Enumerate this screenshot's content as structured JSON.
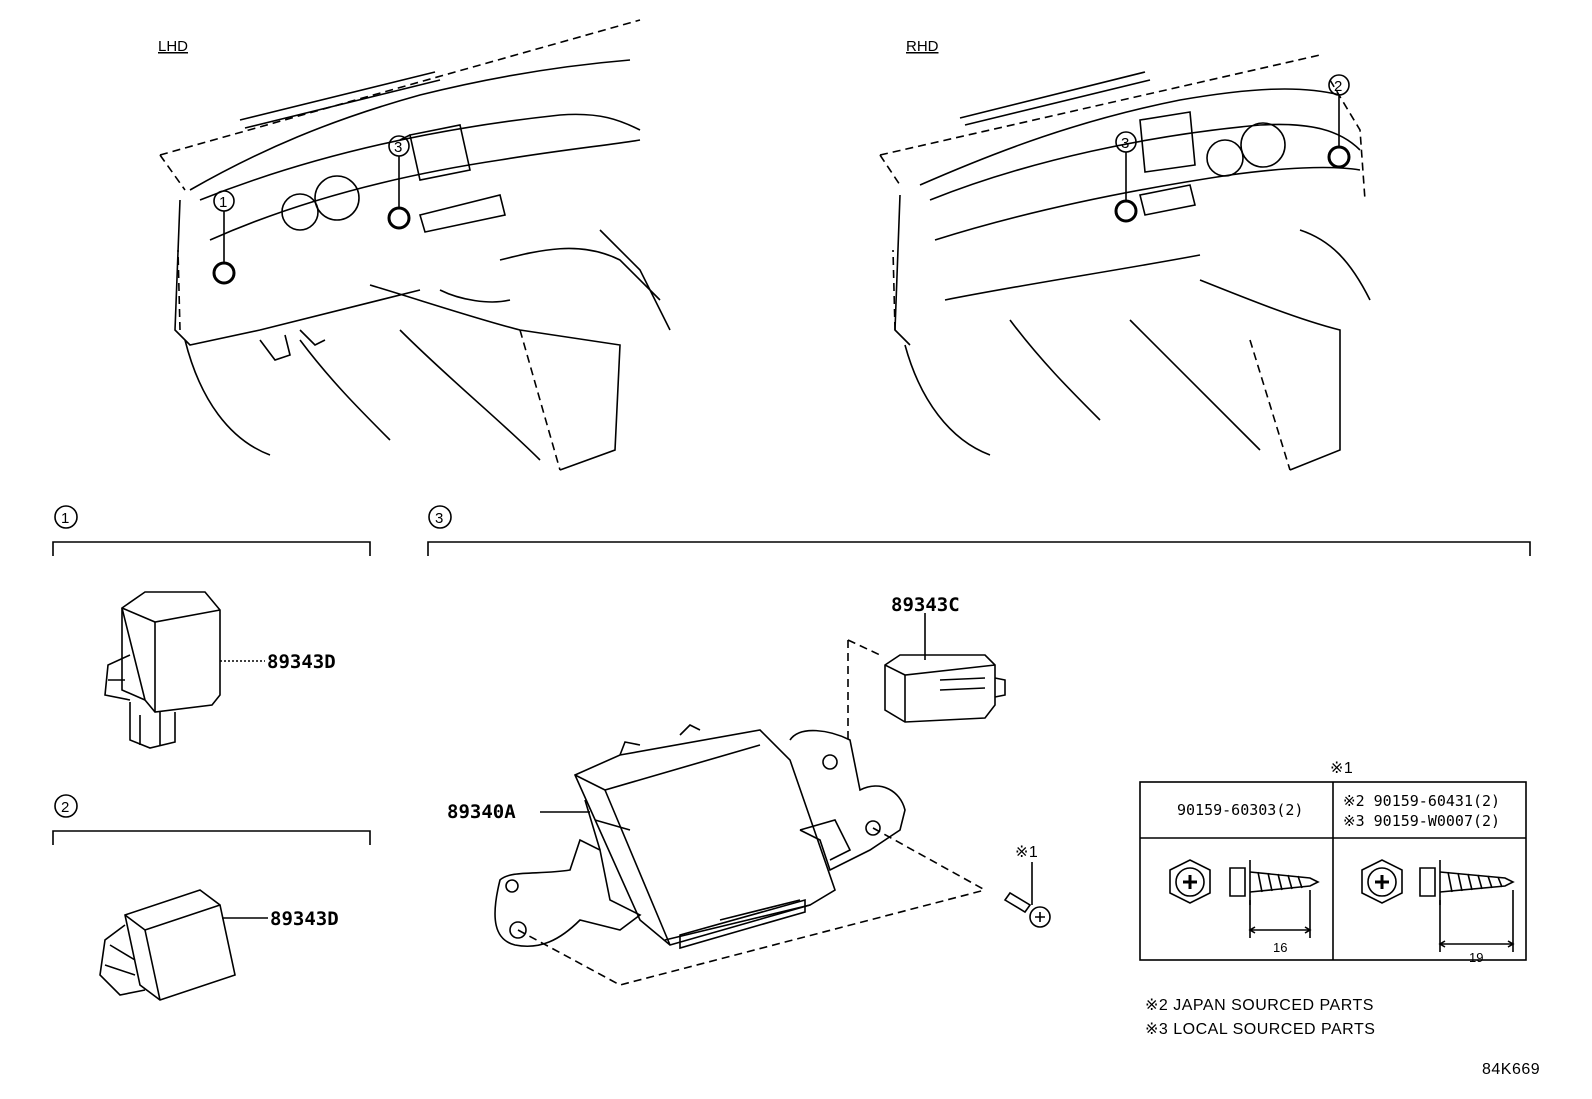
{
  "labels": {
    "lhd": "LHD",
    "rhd": "RHD"
  },
  "callouts": {
    "one": "1",
    "two": "2",
    "three": "3"
  },
  "parts": {
    "p89343D_a": "89343D",
    "p89343D_b": "89343D",
    "p89343C": "89343C",
    "p89340A": "89340A"
  },
  "marks": {
    "m1": "※1",
    "m1_table": "※1"
  },
  "table": {
    "col1_header": "90159-60303(2)",
    "col2_row1": "※2 90159-60431(2)",
    "col2_row2": "※3 90159-W0007(2)",
    "dim1": "16",
    "dim2": "19"
  },
  "notes": {
    "note2": "※2 JAPAN SOURCED PARTS",
    "note3": "※3 LOCAL SOURCED PARTS"
  },
  "diagram_id": "84K669"
}
